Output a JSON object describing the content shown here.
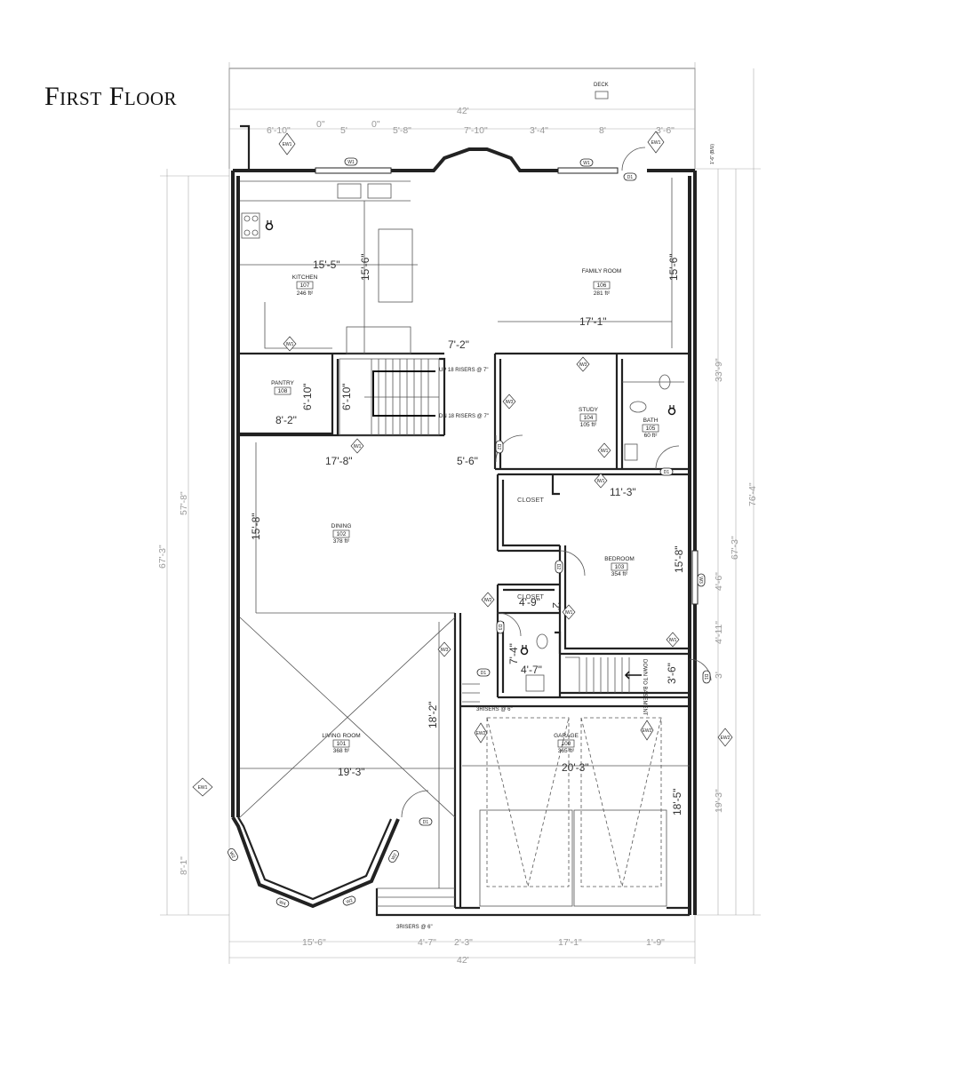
{
  "title": "First Floor",
  "deck_label": "DECK",
  "rooms": {
    "kitchen": {
      "name": "KITCHEN",
      "num": "107",
      "area": "246 ft²"
    },
    "family": {
      "name": "FAMILY ROOM",
      "num": "106",
      "area": "281 ft²"
    },
    "pantry": {
      "name": "PANTRY",
      "num": "108"
    },
    "study": {
      "name": "STUDY",
      "num": "104",
      "area": "105 ft²"
    },
    "bath": {
      "name": "BATH",
      "num": "105",
      "area": "60 ft²"
    },
    "dining": {
      "name": "DINING",
      "num": "102",
      "area": "378 ft²"
    },
    "bedroom": {
      "name": "BEDROOM",
      "num": "103",
      "area": "354 ft²"
    },
    "living": {
      "name": "LIVING ROOM",
      "num": "101",
      "area": "368 ft²"
    },
    "garage": {
      "name": "GARAGE",
      "num": "100",
      "area": "365 ft²"
    }
  },
  "labels": {
    "closet1": "CLOSET",
    "closet2": "CLOSET",
    "stair_up": "UP 18 RISERS @ 7\"",
    "stair_dn": "DN 18 RISERS @ 7\"",
    "down_basement": "DOWN TO BASEMENT",
    "risers_garage": "3RISERS @ 6\"",
    "risers_front": "3RISERS @ 6\""
  },
  "dims": {
    "top_overall": "42'",
    "bottom_overall": "42'",
    "top_segments": [
      "6'-10\"",
      "0\"",
      "5'",
      "0\"",
      "5'-8\"",
      "7'-10\"",
      "3'-4\"",
      "8'",
      "3'-6\""
    ],
    "bottom_segments": [
      "15'-6\"",
      "4'-7\"",
      "2'-3\"",
      "17'-1\"",
      "1'-9\""
    ],
    "left_outer": "67'-3\"",
    "left_inner": "57'-8\"",
    "left_bottom": "8'-1\"",
    "right_outer": "76'-4\"",
    "right_mid": "67'-3\"",
    "right_a": "33'-9\"",
    "right_b": "4'-6\"",
    "right_c": "4'-11\"",
    "right_d": "3'",
    "right_e": "19'-3\"",
    "right_small": "1'-6\" (B/U)"
  },
  "room_dims": {
    "kitchen_w": "15'-5\"",
    "kitchen_h": "15'-6\"",
    "family_h": "15'-6\"",
    "family_w": "17'-1\"",
    "hall_w": "7'-2\"",
    "pantry_h": "6'-10\"",
    "pantry_w": "8'-2\"",
    "stair_h": "6'-10\"",
    "dining_w": "17'-8\"",
    "hall2_w": "5'-6\"",
    "dining_h": "15'-8\"",
    "bedroom_w": "11'-3\"",
    "bedroom_h": "15'-8\"",
    "closet_w": "4'-9\"",
    "closet_h": "2'",
    "powder_h": "7'-4\"",
    "powder_w": "4'-7\"",
    "stair2_h": "3'-6\"",
    "living_h": "18'-2\"",
    "living_w": "19'-3\"",
    "garage_w": "20'-3\"",
    "garage_h": "18'-5\""
  },
  "tags": {
    "ew1a": "EW1",
    "ew1b": "EW1",
    "ew1c": "EW1",
    "ew2a": "EW2",
    "ew2b": "EW2",
    "iw1": "IW1",
    "iw2": "IW2",
    "iw3": "IW3",
    "d1": "D1",
    "d2": "D2",
    "d3": "D3",
    "w1": "W1",
    "w2": "W2",
    "w3": "W3",
    "w4": "W4"
  }
}
